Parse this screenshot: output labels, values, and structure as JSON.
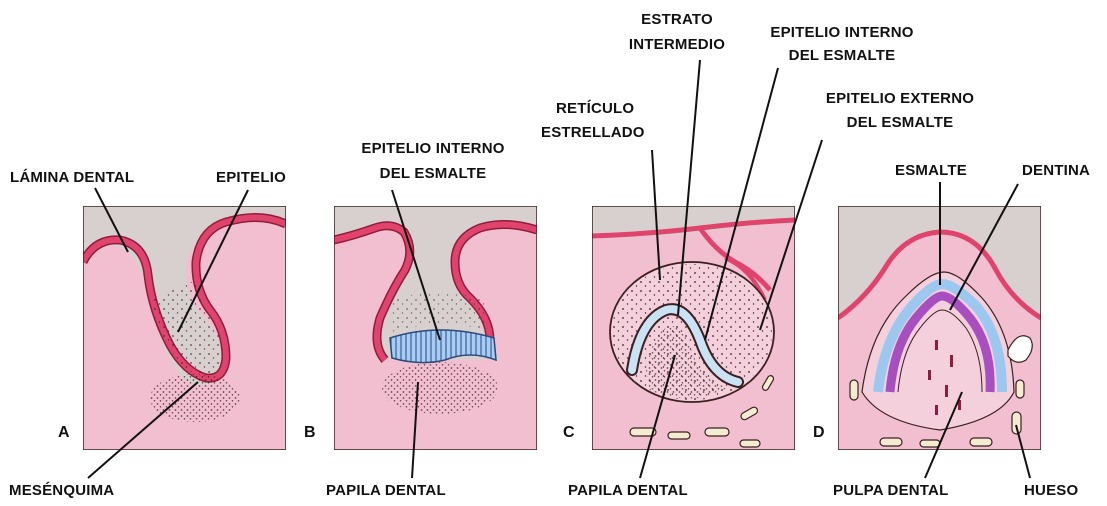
{
  "colors": {
    "tissue_pink": "#f2bfd0",
    "epithelium_red": "#e0446c",
    "epithelium_dark": "#8f1c3c",
    "upper_gray": "#d8cfcf",
    "enamel_epithelium_blue": "#9cc8f0",
    "dentin_purple": "#a84fc0",
    "bone_cream": "#f4ecd0",
    "outline": "#3a2020"
  },
  "panels": {
    "A": {
      "letter": "A",
      "labels": {
        "lamina_dental": "LÁMINA DENTAL",
        "epitelio": "EPITELIO",
        "mesenquima": "MESÉNQUIMA"
      }
    },
    "B": {
      "letter": "B",
      "labels": {
        "epitelio_interno_1": "EPITELIO INTERNO",
        "epitelio_interno_2": "DEL ESMALTE",
        "papila_dental": "PAPILA DENTAL"
      }
    },
    "C": {
      "letter": "C",
      "labels": {
        "estrato_1": "ESTRATO",
        "estrato_2": "INTERMEDIO",
        "reticulo_1": "RETÍCULO",
        "reticulo_2": "ESTRELLADO",
        "epitelio_interno_1": "EPITELIO INTERNO",
        "epitelio_interno_2": "DEL ESMALTE",
        "epitelio_externo_1": "EPITELIO EXTERNO",
        "epitelio_externo_2": "DEL ESMALTE",
        "papila_dental": "PAPILA DENTAL"
      }
    },
    "D": {
      "letter": "D",
      "labels": {
        "esmalte": "ESMALTE",
        "dentina": "DENTINA",
        "pulpa_dental": "PULPA DENTAL",
        "hueso": "HUESO"
      }
    }
  }
}
